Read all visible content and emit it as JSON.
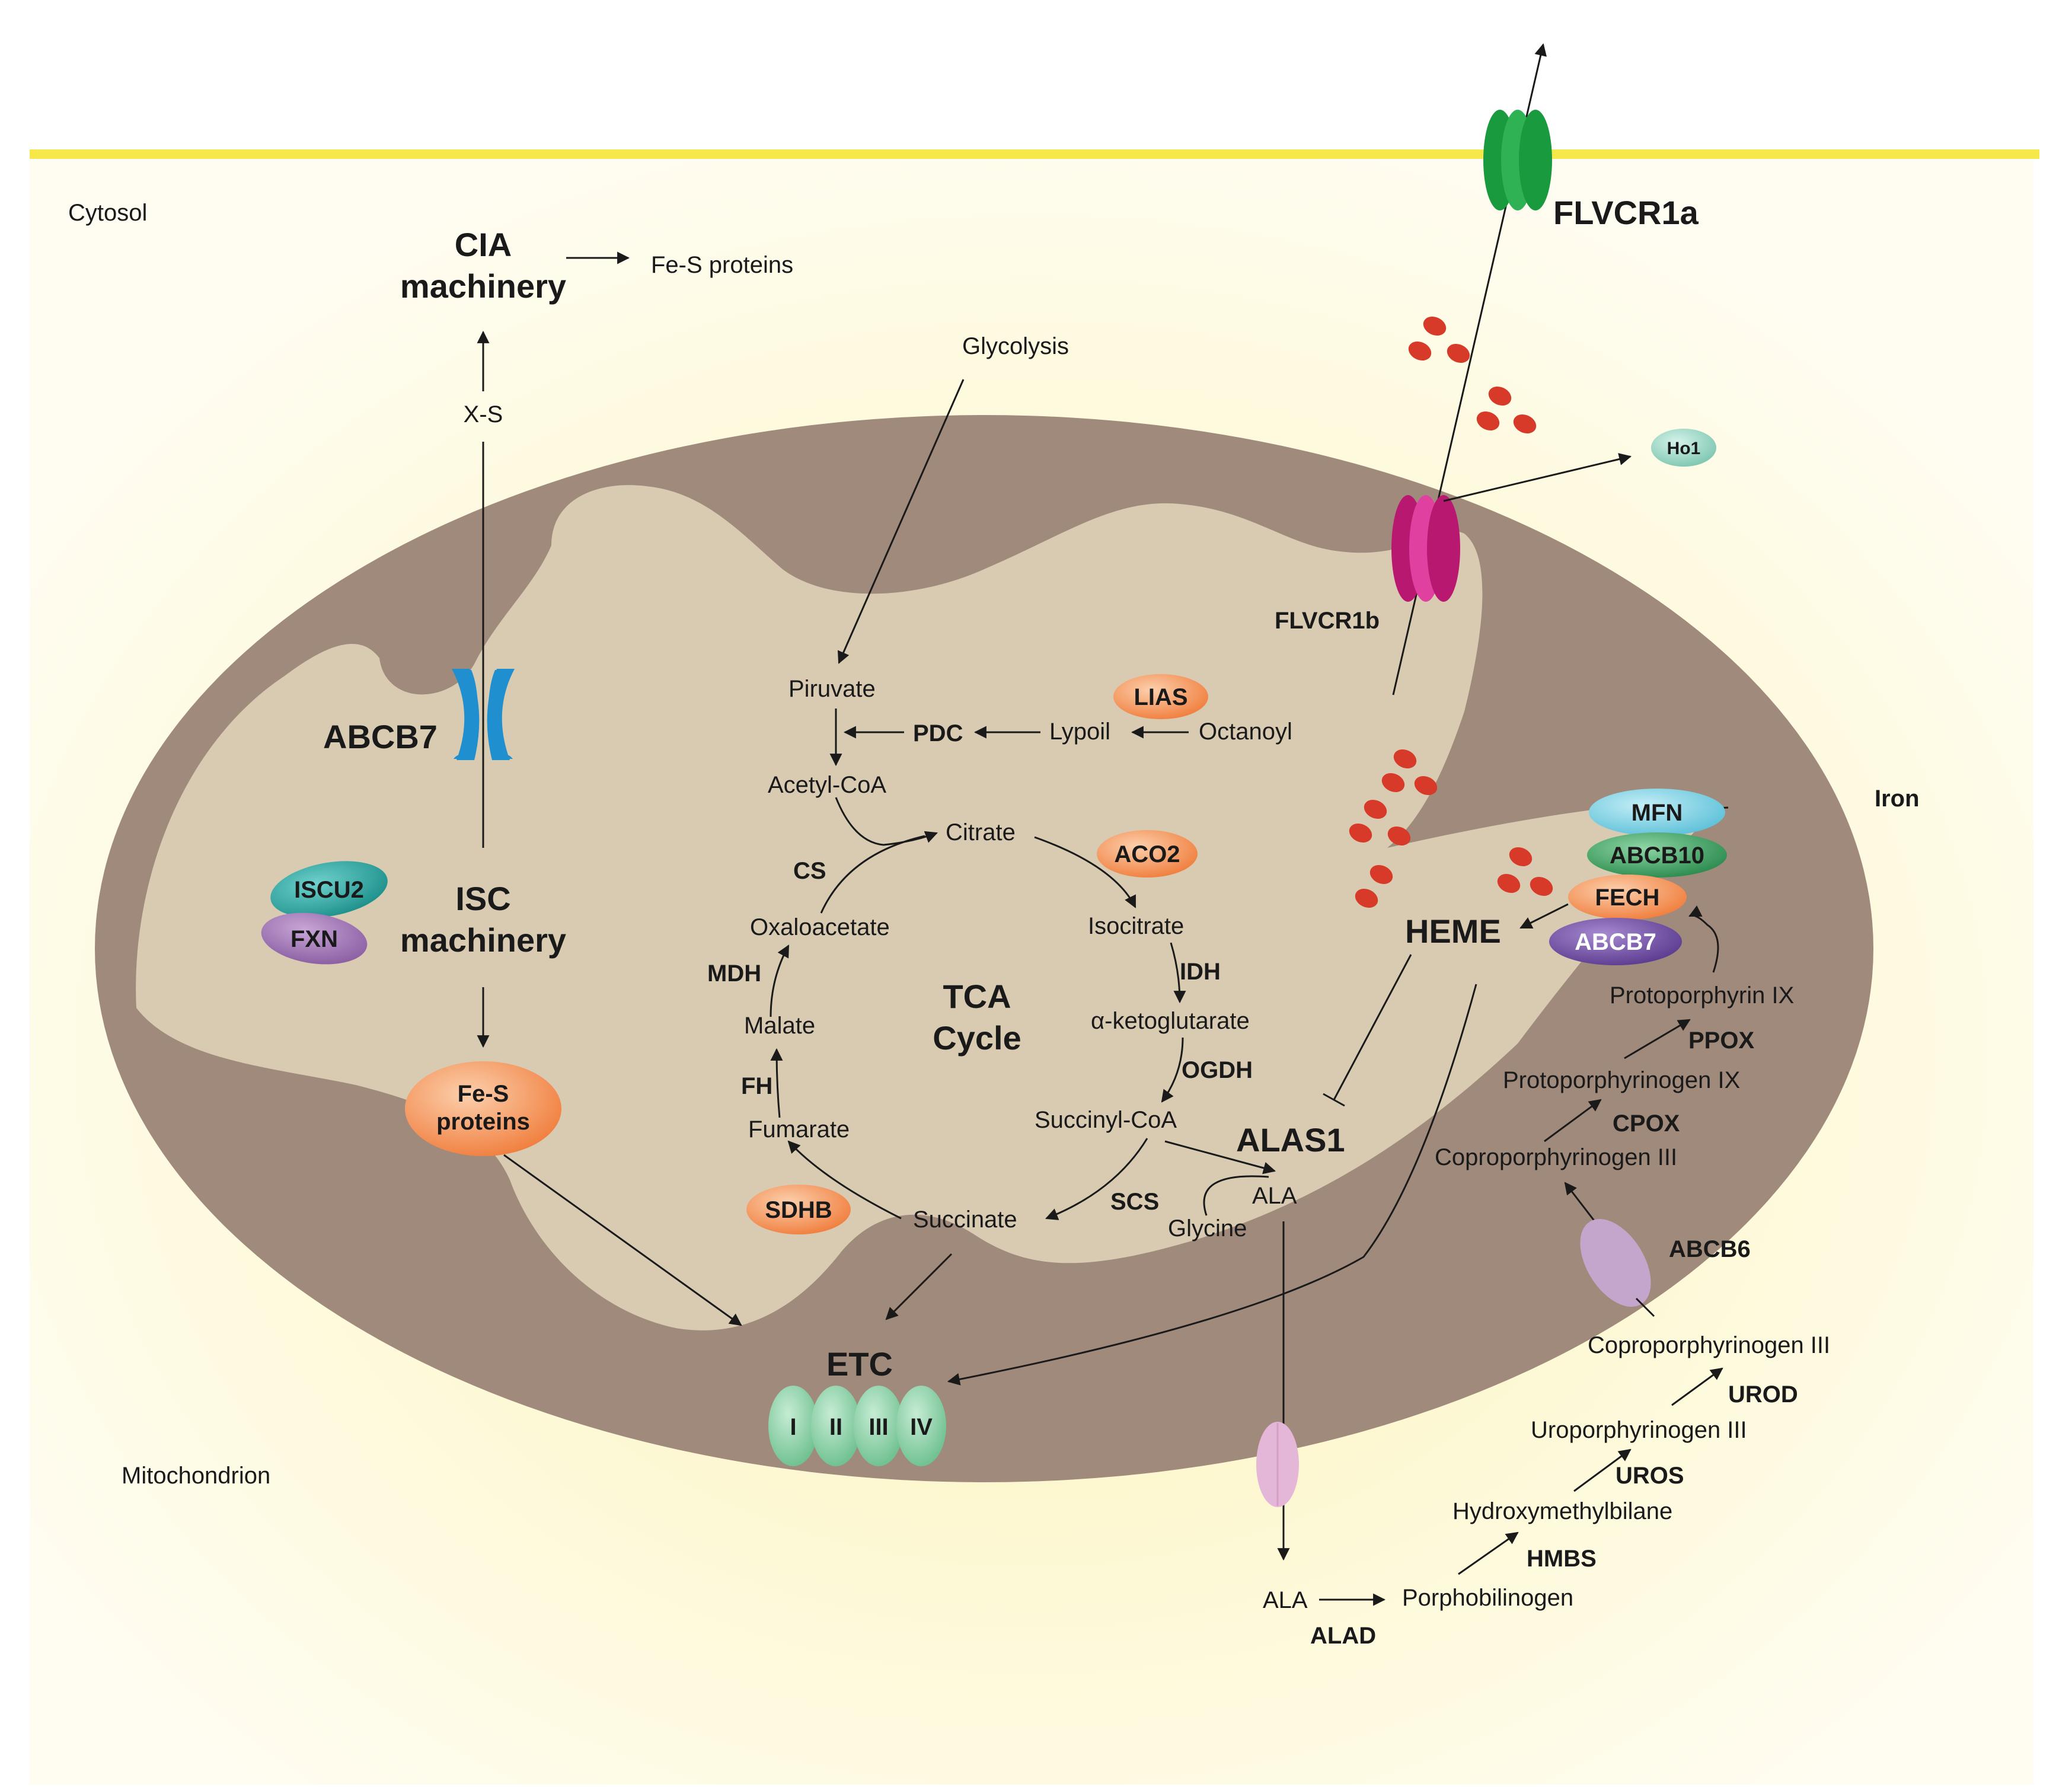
{
  "labels": {
    "cytosol": "Cytosol",
    "mitochondrion": "Mitochondrion",
    "cia_line1": "CIA",
    "cia_line2": "machinery",
    "fes_proteins_cytosol": "Fe-S proteins",
    "xs": "X-S",
    "isc_line1": "ISC",
    "isc_line2": "machinery",
    "abcb7_membrane": "ABCB7",
    "glycolysis": "Glycolysis",
    "pyruvate": "Piruvate",
    "pdc": "PDC",
    "lypoil": "Lypoil",
    "octanoyl": "Octanoyl",
    "acetyl_coa": "Acetyl-CoA",
    "citrate": "Citrate",
    "isocitrate": "Isocitrate",
    "idh": "IDH",
    "akg": "α-ketoglutarate",
    "ogdh": "OGDH",
    "succinyl_coa": "Succinyl-CoA",
    "scs": "SCS",
    "succinate": "Succinate",
    "fumarate": "Fumarate",
    "fh": "FH",
    "malate": "Malate",
    "mdh": "MDH",
    "oxaloacetate": "Oxaloacetate",
    "cs": "CS",
    "tca_line1": "TCA",
    "tca_line2": "Cycle",
    "etc": "ETC",
    "alas1": "ALAS1",
    "ala_inner": "ALA",
    "glycine": "Glycine",
    "heme": "HEME",
    "flvcr1a": "FLVCR1a",
    "flvcr1b": "FLVCR1b",
    "iron": "Iron",
    "protoporphyrin_ix": "Protoporphyrin IX",
    "ppox": "PPOX",
    "protoporphyrinogen_ix": "Protoporphyrinogen IX",
    "cpox": "CPOX",
    "copro_inner": "Coproporphyrinogen III",
    "abcb6": "ABCB6",
    "copro_outer": "Coproporphyrinogen III",
    "urod": "UROD",
    "uroporphyrinogen": "Uroporphyrinogen III",
    "uros": "UROS",
    "hydroxymethylbilane": "Hydroxymethylbilane",
    "hmbs": "HMBS",
    "ala_outer": "ALA",
    "porphobilinogen": "Porphobilinogen",
    "alad": "ALAD"
  },
  "proteins": {
    "lias": "LIAS",
    "aco2": "ACO2",
    "sdhb": "SDHB",
    "iscu2": "ISCU2",
    "fxn": "FXN",
    "fes_line1": "Fe-S",
    "fes_line2": "proteins",
    "mfn": "MFN",
    "abcb10": "ABCB10",
    "fech": "FECH",
    "abcb7_inner": "ABCB7",
    "ho1": "Ho1"
  },
  "etc_complexes": [
    "I",
    "II",
    "III",
    "IV"
  ],
  "colors": {
    "membrane_line": "#f7e84a",
    "cytosol_glow": "#fdf8d2",
    "outer_compartment": "#a08a7c",
    "matrix": "#d8cbb2",
    "orange_protein": "#f59a5d",
    "teal": "#2aa7a2",
    "purple": "#9a6fae",
    "dark_purple": "#6a4a9a",
    "cyan": "#7fd3e4",
    "green": "#3e9e5e",
    "abcb7_blue": "#1f8fd0",
    "flvcr1a_green": "#1a9a3e",
    "flvcr1b_magenta": "#d0207e",
    "heme_red": "#d83a2a",
    "etc_green": "#8fd0a8",
    "abcb6_lilac": "#c4a6cc",
    "ala_channel_pink": "#e4b6d8",
    "ho1_mint": "#8ed6c0"
  }
}
